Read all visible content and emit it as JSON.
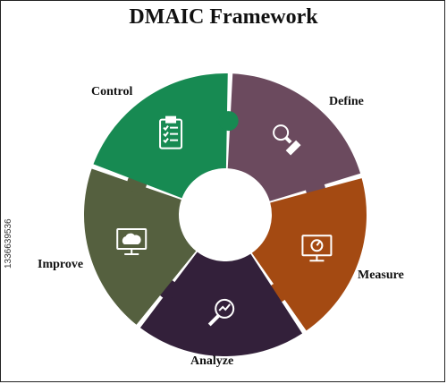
{
  "title": "DMAIC Framework",
  "segments": [
    {
      "key": "define",
      "label": "Define",
      "color": "#6b4a5e",
      "icon": "magnifier-pen-icon"
    },
    {
      "key": "measure",
      "label": "Measure",
      "color": "#a44a12",
      "icon": "monitor-gauge-icon"
    },
    {
      "key": "analyze",
      "label": "Analyze",
      "color": "#33203a",
      "icon": "magnifier-chart-icon"
    },
    {
      "key": "improve",
      "label": "Improve",
      "color": "#55603f",
      "icon": "monitor-cloud-icon"
    },
    {
      "key": "control",
      "label": "Control",
      "color": "#178a52",
      "icon": "clipboard-checklist-icon"
    }
  ],
  "watermark": "1336639536"
}
